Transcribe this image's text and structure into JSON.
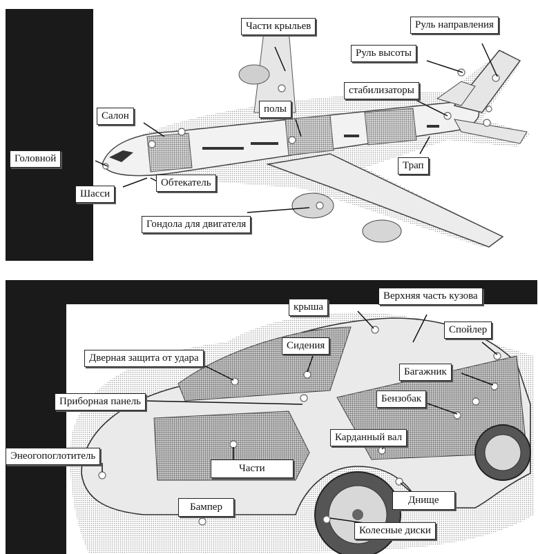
{
  "plane": {
    "labels": {
      "wing_parts": "Части крыльев",
      "rudder": "Руль направления",
      "elevator": "Руль высоты",
      "stabilizers": "стабилизаторы",
      "cabin": "Салон",
      "floors": "полы",
      "nose": "Головной",
      "fairing": "Обтекатель",
      "landing_gear": "Шасси",
      "engine_nacelle": "Гондола для двигателя",
      "airstair": "Трап"
    }
  },
  "car": {
    "labels": {
      "roof": "крыша",
      "upper_body": "Верхняя часть кузова",
      "spoiler": "Спойлер",
      "seats": "Сидения",
      "door_impact_protection": "Дверная защита от удара",
      "trunk": "Багажник",
      "dashboard": "Приборная панель",
      "fuel_tank": "Бензобак",
      "driveshaft": "Карданный вал",
      "energy_absorber": "Энеогопоглотитель",
      "parts": "Части",
      "underbody": "Днище",
      "bumper": "Бампер",
      "wheel_rims": "Колесные диски"
    }
  },
  "colors": {
    "dark": "#1a1a1a",
    "light": "#ffffff",
    "grey": "#bfbfbf"
  }
}
